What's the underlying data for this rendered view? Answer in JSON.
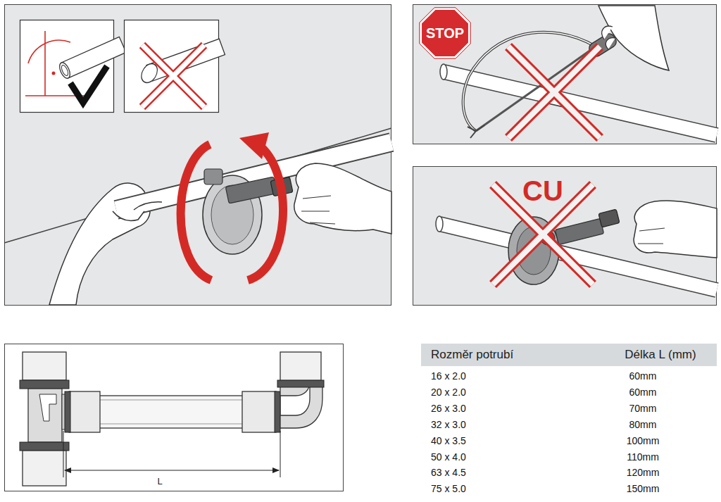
{
  "diagram": {
    "labels": [
      "STOP",
      "CU",
      "L",
      "Rozměr potrubí",
      "Délka L (mm)",
      "16 x 2.0",
      "60mm",
      "20 x 2.0",
      "60mm",
      "26 x 3.0",
      "70mm",
      "32 x 3.0",
      "80mm",
      "40 x 3.5",
      "100mm",
      "50 x 4.0",
      "110mm",
      "63 x 4.5",
      "120mm",
      "75 x 5.0",
      "150mm"
    ]
  }
}
